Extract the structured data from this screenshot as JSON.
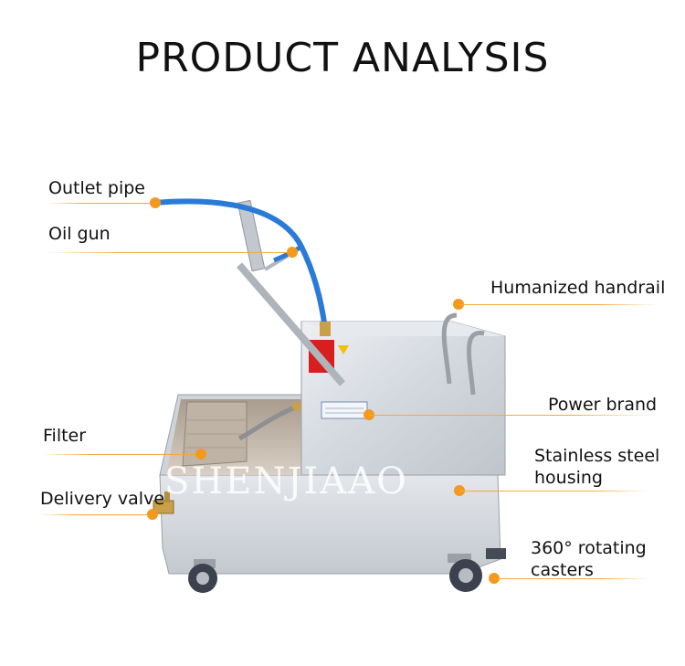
{
  "title": "PRODUCT ANALYSIS",
  "watermark": "SHENJIAAO",
  "labels": {
    "outlet_pipe": "Outlet pipe",
    "oil_gun": "Oil gun",
    "humanized_handrail": "Humanized handrail",
    "filter": "Filter",
    "power_brand": "Power brand",
    "delivery_valve": "Delivery valve",
    "housing_line1": "Stainless steel",
    "housing_line2": "housing",
    "casters_line1": "360°  rotating",
    "casters_line2": "casters"
  },
  "colors": {
    "accent": "#f39a1e",
    "steel": "#d9dde2",
    "hose": "#2a7ad8"
  }
}
